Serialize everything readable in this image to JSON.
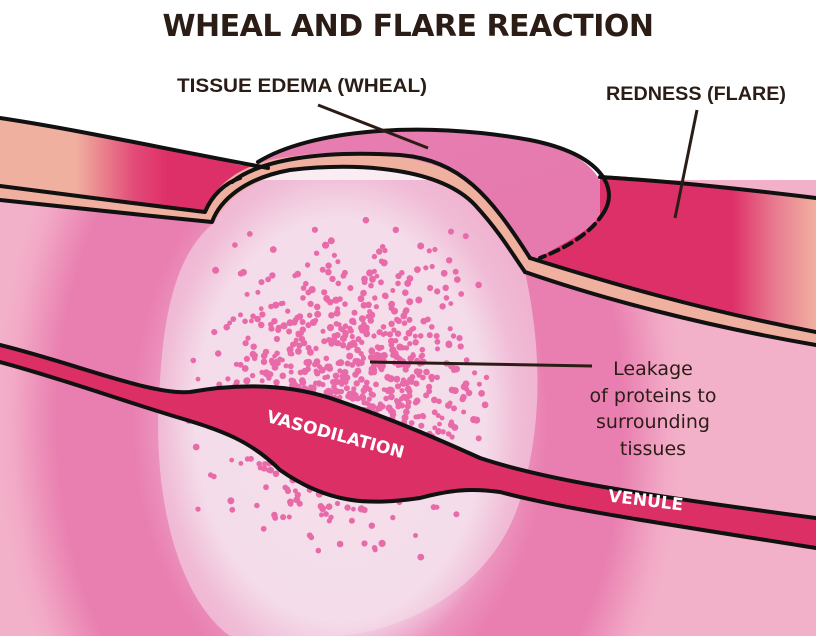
{
  "diagram": {
    "title": "WHEAL AND FLARE REACTION",
    "labels": {
      "wheal": "TISSUE EDEMA (WHEAL)",
      "flare": "REDNESS (FLARE)",
      "leakage": [
        "Leakage",
        "of proteins to",
        "surrounding",
        "tissues"
      ],
      "vasodilation": "VASODILATION",
      "venule": "VENULE"
    },
    "colors": {
      "title_text": "#2b1d16",
      "skin_peach": "#f0b0a0",
      "flare_red": "#de3068",
      "wheal_pink": "#e87cb0",
      "tissue_pink": "#e97fb0",
      "tissue_light": "#f4dcea",
      "outer_pink": "#f2aac6",
      "venule_red": "#dc2f66",
      "protein_dot": "#e86aa8",
      "outline": "#111111"
    }
  }
}
